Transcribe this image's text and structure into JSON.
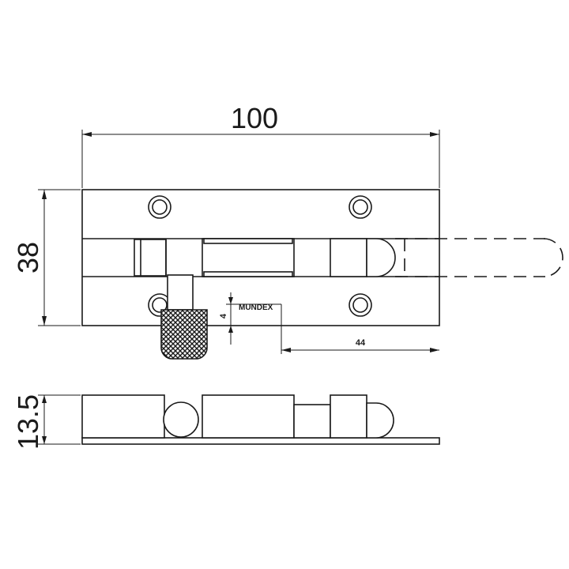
{
  "dimensions": {
    "length": "100",
    "height": "38",
    "thickness": "13.5",
    "bolt_travel": "44",
    "bolt_offset": "4"
  },
  "brand_label": "MUNDEX",
  "colors": {
    "line": "#1a1a1a",
    "background": "#ffffff"
  }
}
